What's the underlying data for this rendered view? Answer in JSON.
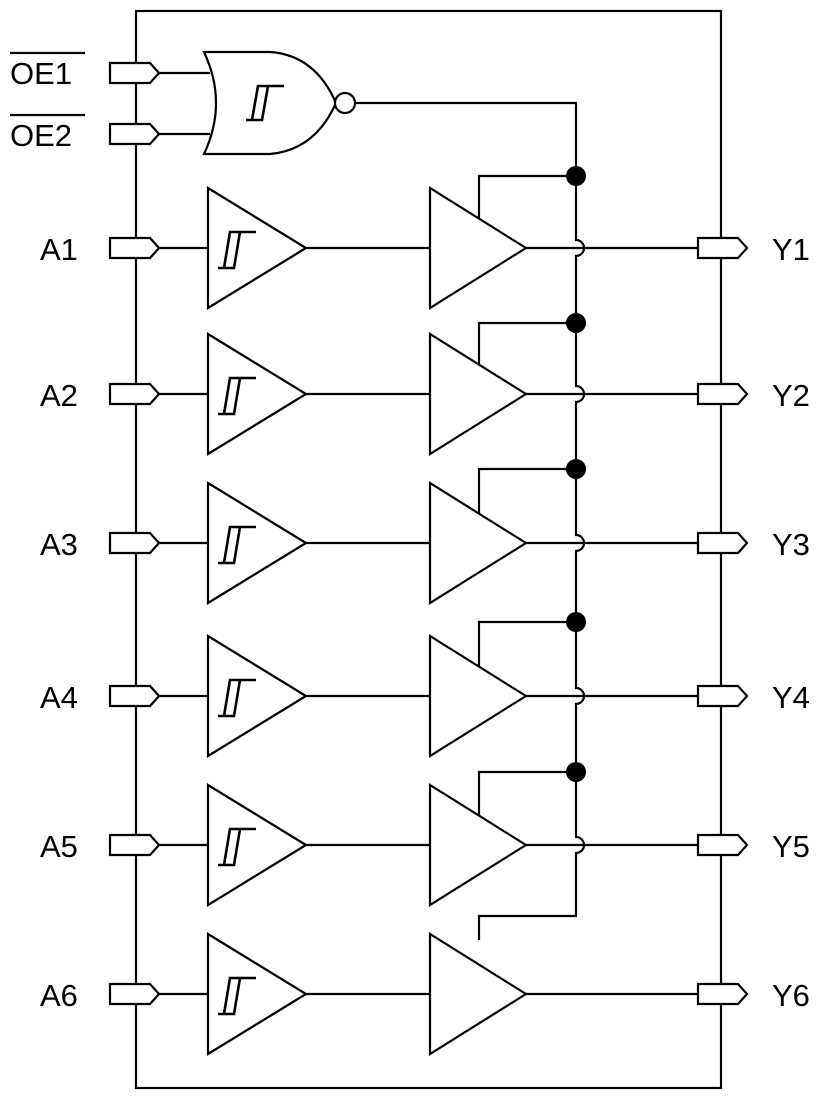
{
  "inputs": {
    "oe1": "OE1",
    "oe2": "OE2",
    "a": [
      "A1",
      "A2",
      "A3",
      "A4",
      "A5",
      "A6"
    ]
  },
  "outputs": {
    "y": [
      "Y1",
      "Y2",
      "Y3",
      "Y4",
      "Y5",
      "Y6"
    ]
  }
}
